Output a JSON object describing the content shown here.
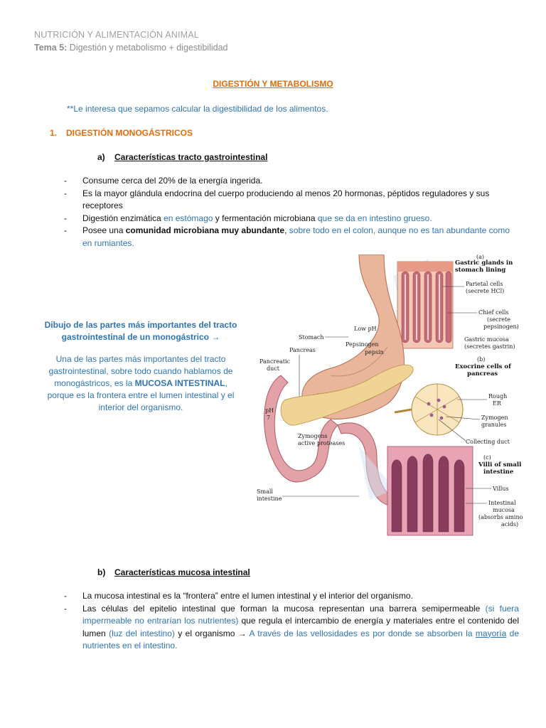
{
  "header": {
    "course": "NUTRICIÓN Y ALIMENTACIÓN ANIMAL",
    "topic_prefix": "Tema 5:",
    "topic_rest": " Digestión y metabolismo + digestibilidad"
  },
  "title": "DIGESTIÓN Y METABOLISMO",
  "note": "**Le interesa que sepamos calcular la digestibilidad de los alimentos.",
  "section1": {
    "number": "1.",
    "label": "DIGESTIÓN MONOGÁSTRICOS"
  },
  "subsection_a": {
    "letter": "a)",
    "label": "Características tracto gastrointestinal"
  },
  "bullets_a": {
    "b1": "Consume cerca del 20% de la energía ingerida.",
    "b2": "Es la mayor glándula endocrina del cuerpo produciendo al menos 20 hormonas, péptidos reguladores y sus receptores",
    "b3_pre": "Digestión enzimática ",
    "b3_blue1": "en estómago",
    "b3_mid": " y fermentación microbiana ",
    "b3_blue2": "que se da en intestino grueso.",
    "b4_pre": "Posee una ",
    "b4_bold": "comunidad microbiana muy abundante",
    "b4_mid": ", ",
    "b4_blue": "sobre todo en el colon, aunque no es tan abundante como en rumiantes."
  },
  "side": {
    "title": "Dibujo de las partes más importantes del tracto gastrointestinal de un monogástrico →",
    "text_pre": "Una de las partes más importantes del tracto gastrointestinal, sobre todo cuando hablamos de monogástricos, es la ",
    "text_bold": "MUCOSA INTESTINAL",
    "text_post": ", porque es la frontera entre el lumen intestinal y el interior del organismo."
  },
  "figure": {
    "a_letter": "(a)",
    "a_title1": "Gastric glands in",
    "a_title2": "stomach lining",
    "parietal1": "Parietal cells",
    "parietal2": "(secrete HCl)",
    "chief1": "Chief cells",
    "chief2": "(secrete",
    "chief3": "pepsinogen)",
    "mucosa1": "Gastric mucosa",
    "mucosa2": "(secretes gastrin)",
    "b_letter": "(b)",
    "b_title1": "Exocrine cells of",
    "b_title2": "pancreas",
    "rough1": "Rough",
    "rough2": "ER",
    "zymogen_granules1": "Zymogen",
    "zymogen_granules2": "granules",
    "collecting_duct": "Collecting duct",
    "c_letter": "(c)",
    "c_title1": "Villi of small",
    "c_title2": "intestine",
    "villus": "Villus",
    "int_mucosa1": "Intestinal",
    "int_mucosa2": "mucosa",
    "int_mucosa3": "(absorbs amino",
    "int_mucosa4": "acids)",
    "stomach": "Stomach",
    "low_ph": "Low pH",
    "pepsinogen": "Pepsinogen",
    "pepsin": "pepsin",
    "pancreas": "Pancreas",
    "pancreatic_duct1": "Pancreatic",
    "pancreatic_duct2": "duct",
    "ph_label": "pH",
    "ph_value": "7",
    "zymogens1": "Zymogens",
    "zymogens2": "active proteases",
    "small_int1": "Small",
    "small_int2": "intestine"
  },
  "subsection_b": {
    "letter": "b)",
    "label": "Características mucosa intestinal"
  },
  "bullets_b": {
    "b1": "La mucosa intestinal es la “frontera” entre el lumen intestinal y el interior del organismo.",
    "b2_pre": "Las células del epitelio intestinal que forman la mucosa representan una barrera semipermeable ",
    "b2_blue1": "(si fuera impermeable no entrarían los nutrientes)",
    "b2_mid": " que regula el intercambio de energía y materiales entre el contenido del lumen ",
    "b2_blue2": "(luz del intestino)",
    "b2_mid2": " y el organismo → ",
    "b2_blue3": "A través de las vellosidades es por donde se absorben la ",
    "b2_blue_u": "mayoría",
    "b2_blue4": " de nutrientes en el intestino."
  },
  "colors": {
    "orange": "#e36c0a",
    "blue": "#2e74b5",
    "header_grey": "#a0a0a0"
  }
}
